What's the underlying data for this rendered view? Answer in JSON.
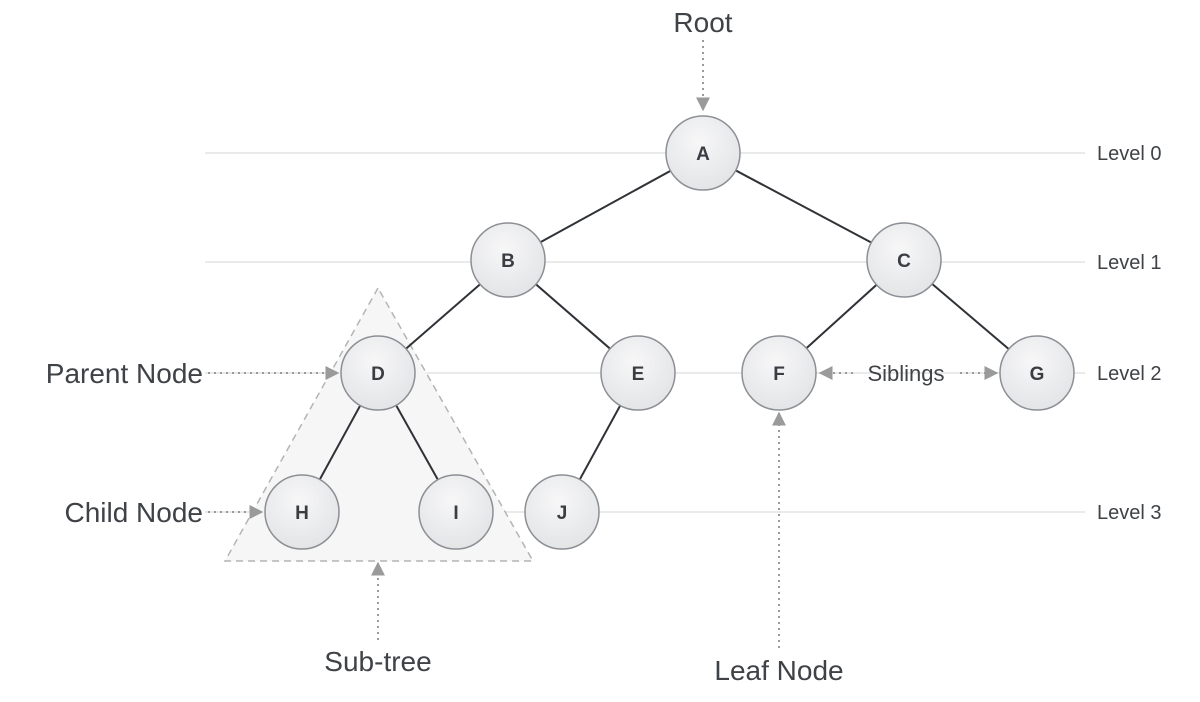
{
  "nodes": [
    {
      "id": "A",
      "label": "A"
    },
    {
      "id": "B",
      "label": "B"
    },
    {
      "id": "C",
      "label": "C"
    },
    {
      "id": "D",
      "label": "D"
    },
    {
      "id": "E",
      "label": "E"
    },
    {
      "id": "F",
      "label": "F"
    },
    {
      "id": "G",
      "label": "G"
    },
    {
      "id": "H",
      "label": "H"
    },
    {
      "id": "I",
      "label": "I"
    },
    {
      "id": "J",
      "label": "J"
    }
  ],
  "edges": [
    [
      "A",
      "B"
    ],
    [
      "A",
      "C"
    ],
    [
      "B",
      "D"
    ],
    [
      "B",
      "E"
    ],
    [
      "C",
      "F"
    ],
    [
      "C",
      "G"
    ],
    [
      "D",
      "H"
    ],
    [
      "D",
      "I"
    ],
    [
      "E",
      "J"
    ]
  ],
  "levels": [
    "Level 0",
    "Level 1",
    "Level 2",
    "Level 3"
  ],
  "annotations": {
    "root": "Root",
    "parent_node": "Parent Node",
    "child_node": "Child Node",
    "siblings": "Siblings",
    "sub_tree": "Sub-tree",
    "leaf_node": "Leaf Node"
  },
  "colors": {
    "node_fill": "#ececee",
    "node_stroke": "#8c8f94",
    "edge": "#2f3237",
    "guide_line": "#e3e3e3",
    "arrow": "#9a9a9a",
    "subtree_fill": "#f6f6f6",
    "subtree_stroke": "#b4b4b4"
  }
}
